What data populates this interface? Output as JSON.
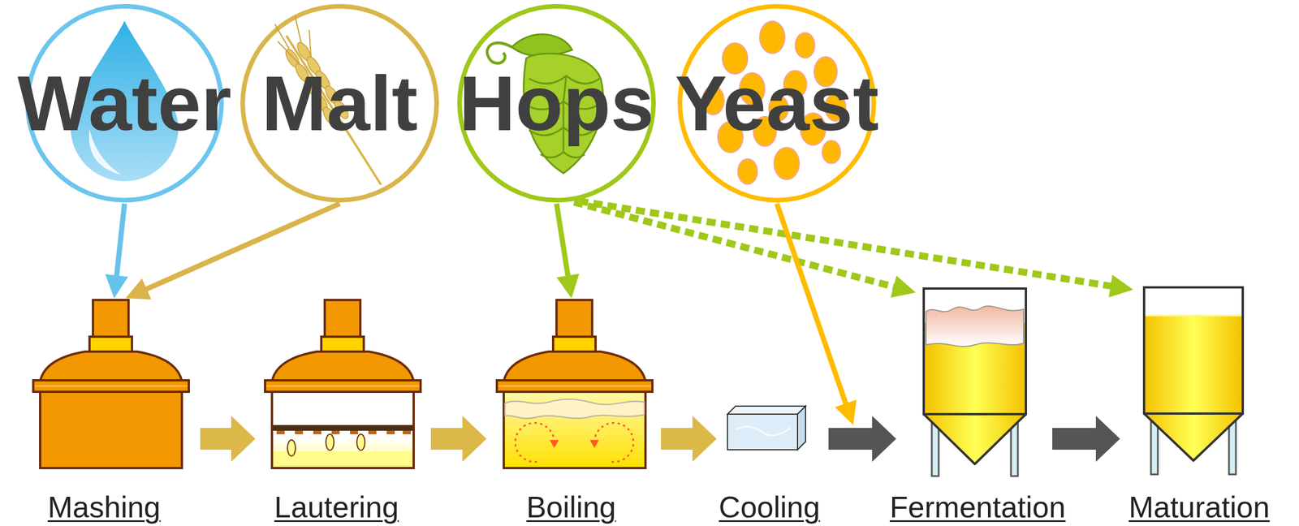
{
  "diagram": {
    "nodes": [
      {
        "text": [
          "Water"
        ]
      },
      {
        "text": [
          "Malt"
        ]
      },
      {
        "text": [
          "Hops"
        ]
      },
      {
        "text": [
          "Yeast"
        ]
      },
      {
        "text": [
          "Mashing"
        ]
      },
      {
        "text": [
          "Lautering"
        ]
      },
      {
        "text": [
          "Boiling"
        ]
      },
      {
        "text": [
          "Cooling"
        ]
      },
      {
        "text": [
          "Fermentation"
        ]
      },
      {
        "text": [
          "Maturation"
        ]
      }
    ],
    "edges": [
      {
        "from": 0,
        "to": 4,
        "arrow": "to"
      },
      {
        "from": 1,
        "to": 4,
        "arrow": "to"
      },
      {
        "from": 2,
        "to": 6,
        "arrow": "to"
      },
      {
        "from": 2,
        "to": 8,
        "arrow": "to"
      },
      {
        "from": 2,
        "to": 9,
        "arrow": "to"
      },
      {
        "from": 3,
        "to": 8,
        "arrow": "to"
      },
      {
        "from": 4,
        "to": 5,
        "arrow": "to"
      },
      {
        "from": 5,
        "to": 6,
        "arrow": "to"
      },
      {
        "from": 6,
        "to": 7,
        "arrow": "to"
      },
      {
        "from": 7,
        "to": 8,
        "arrow": "to"
      },
      {
        "from": 8,
        "to": 9,
        "arrow": "to"
      }
    ]
  }
}
